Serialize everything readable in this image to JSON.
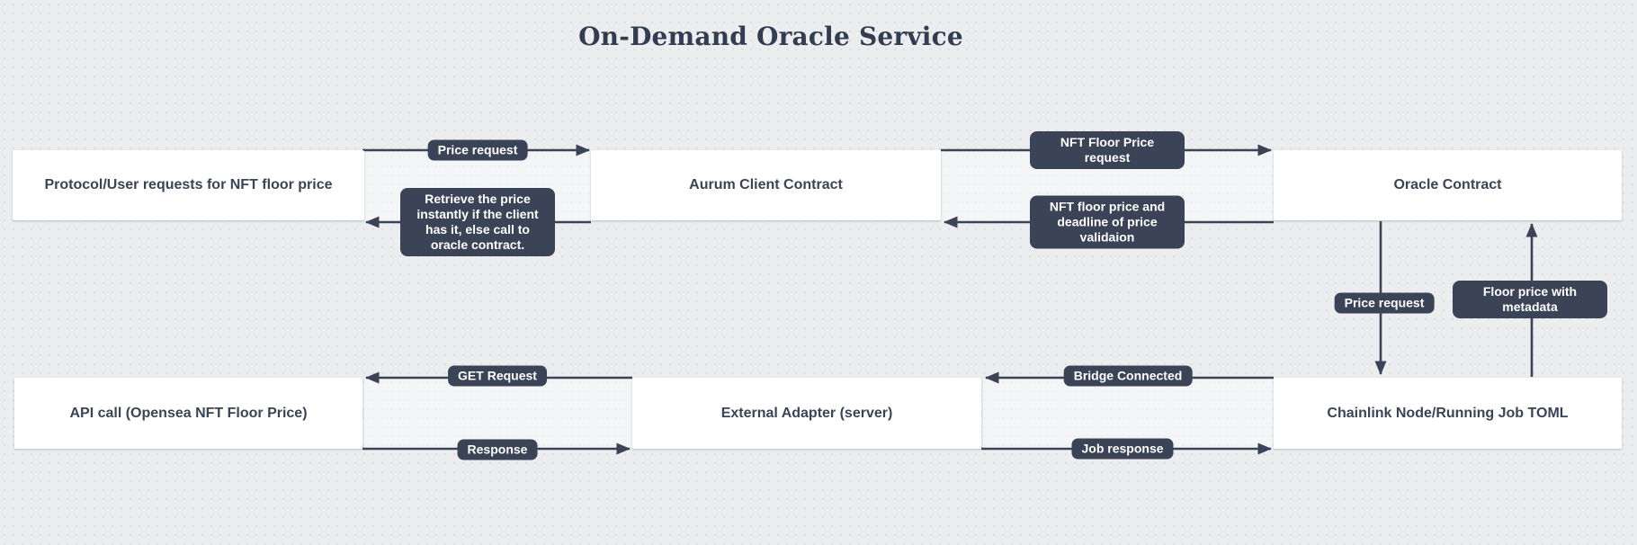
{
  "title": "On-Demand Oracle Service",
  "nodes": {
    "protocol": "Protocol/User requests for NFT floor price",
    "aurum": "Aurum Client Contract",
    "oracle": "Oracle Contract",
    "api": "API call (Opensea NFT Floor Price)",
    "adapter": "External Adapter (server)",
    "chainlink": "Chainlink Node/Running Job TOML"
  },
  "edges": {
    "price_request_top": "Price request",
    "retrieve_price": "Retrieve the price instantly if the client has it, else call to oracle contract.",
    "nft_floor_price_request": "NFT Floor Price request",
    "nft_floor_price_deadline": "NFT floor price and deadline of price validaion",
    "price_request_vertical": "Price request",
    "floor_price_metadata": "Floor price with metadata",
    "get_request": "GET Request",
    "response": "Response",
    "bridge_connected": "Bridge Connected",
    "job_response": "Job response"
  },
  "colors": {
    "background": "#ECEDEF",
    "dot": "#DEE0E3",
    "node_fill": "#FFFFFF",
    "dark_slate": "#3B4456",
    "label_text": "#FFFFFF"
  }
}
